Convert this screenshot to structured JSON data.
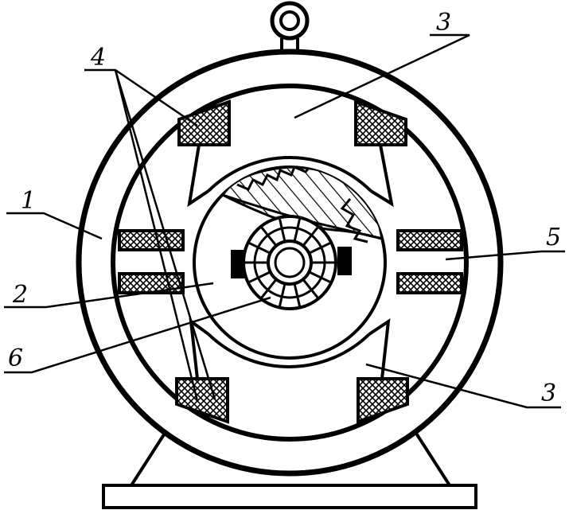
{
  "diagram": {
    "labels": {
      "frame": "1",
      "armature": "2",
      "pole_top": "3",
      "pole_bottom": "3",
      "field_winding": "4",
      "interpole": "5",
      "commutator": "6"
    },
    "colors": {
      "stroke": "#000000",
      "background": "#ffffff"
    }
  }
}
